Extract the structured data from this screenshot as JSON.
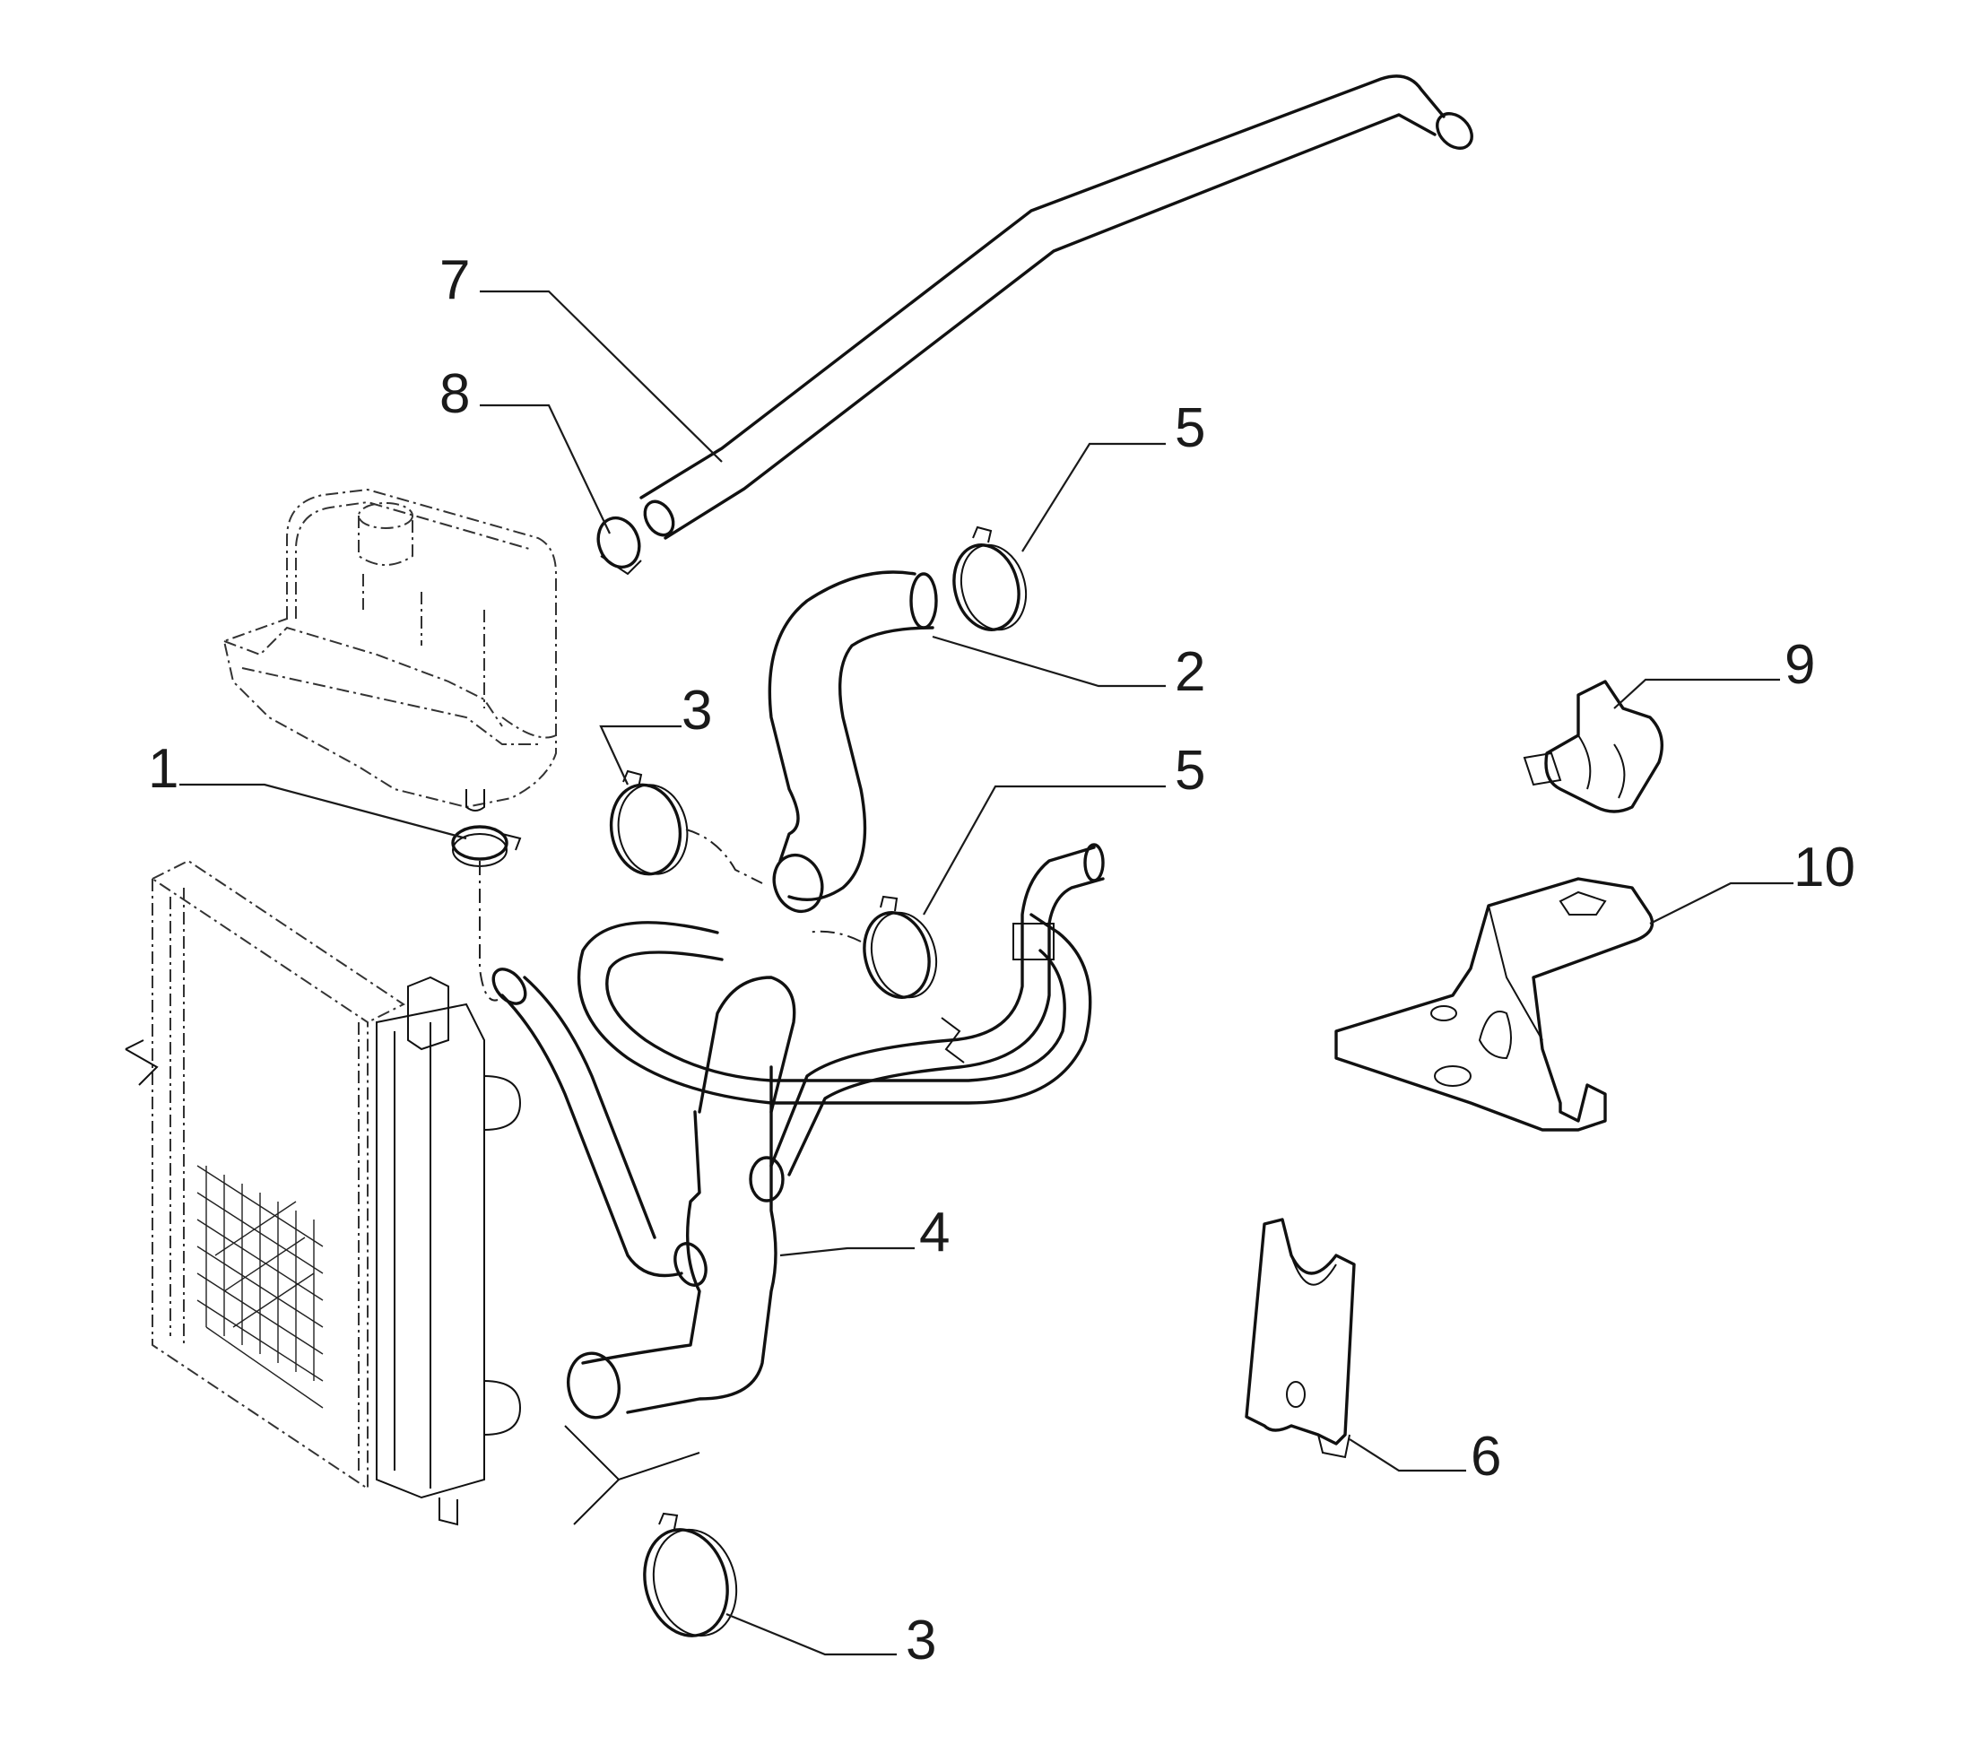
{
  "callouts": [
    {
      "id": "1",
      "label": "1"
    },
    {
      "id": "2",
      "label": "2"
    },
    {
      "id": "3a",
      "label": "3"
    },
    {
      "id": "3b",
      "label": "3"
    },
    {
      "id": "4",
      "label": "4"
    },
    {
      "id": "5a",
      "label": "5"
    },
    {
      "id": "5b",
      "label": "5"
    },
    {
      "id": "6",
      "label": "6"
    },
    {
      "id": "7",
      "label": "7"
    },
    {
      "id": "8",
      "label": "8"
    },
    {
      "id": "9",
      "label": "9"
    },
    {
      "id": "10",
      "label": "10"
    }
  ]
}
